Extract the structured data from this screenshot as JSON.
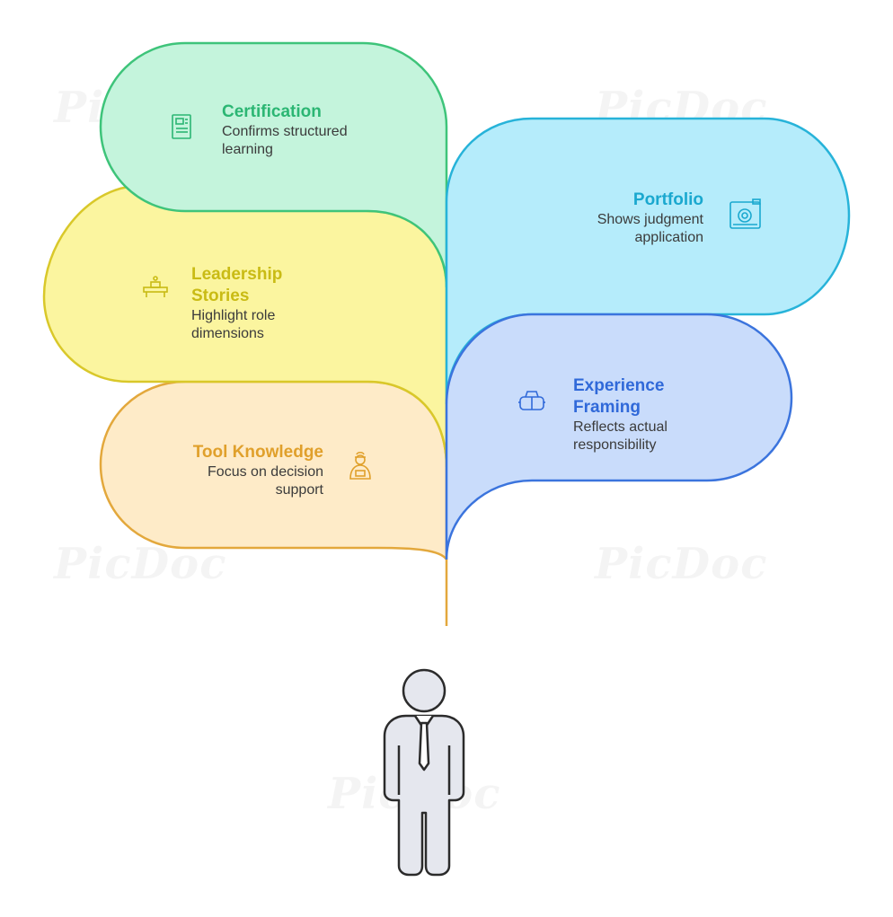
{
  "watermark": "PicDoc",
  "items": {
    "certification": {
      "title": "Certification",
      "desc_line1": "Confirms structured",
      "desc_line2": "learning",
      "color": "#2bb673",
      "fill": "#c4f4dc",
      "stroke": "#3ec47a",
      "icon": "document-icon"
    },
    "portfolio": {
      "title": "Portfolio",
      "desc_line1": "Shows judgment",
      "desc_line2": "application",
      "color": "#1aa8cf",
      "fill": "#b5ecfb",
      "stroke": "#27b3d9",
      "icon": "camera-icon"
    },
    "leadership": {
      "title_line1": "Leadership",
      "title_line2": "Stories",
      "desc_line1": "Highlight role",
      "desc_line2": "dimensions",
      "color": "#c9bb14",
      "fill": "#fbf59f",
      "stroke": "#d9c82a",
      "icon": "podium-icon"
    },
    "experience": {
      "title_line1": "Experience",
      "title_line2": "Framing",
      "desc_line1": "Reflects actual",
      "desc_line2": "responsibility",
      "color": "#3069d9",
      "fill": "#c9dcfb",
      "stroke": "#3b74dd",
      "icon": "vr-headset-icon"
    },
    "tool": {
      "title": "Tool Knowledge",
      "desc_line1": "Focus on decision",
      "desc_line2": "support",
      "color": "#e0a02b",
      "fill": "#feebc8",
      "stroke": "#e3a83c",
      "icon": "engineer-icon"
    }
  }
}
